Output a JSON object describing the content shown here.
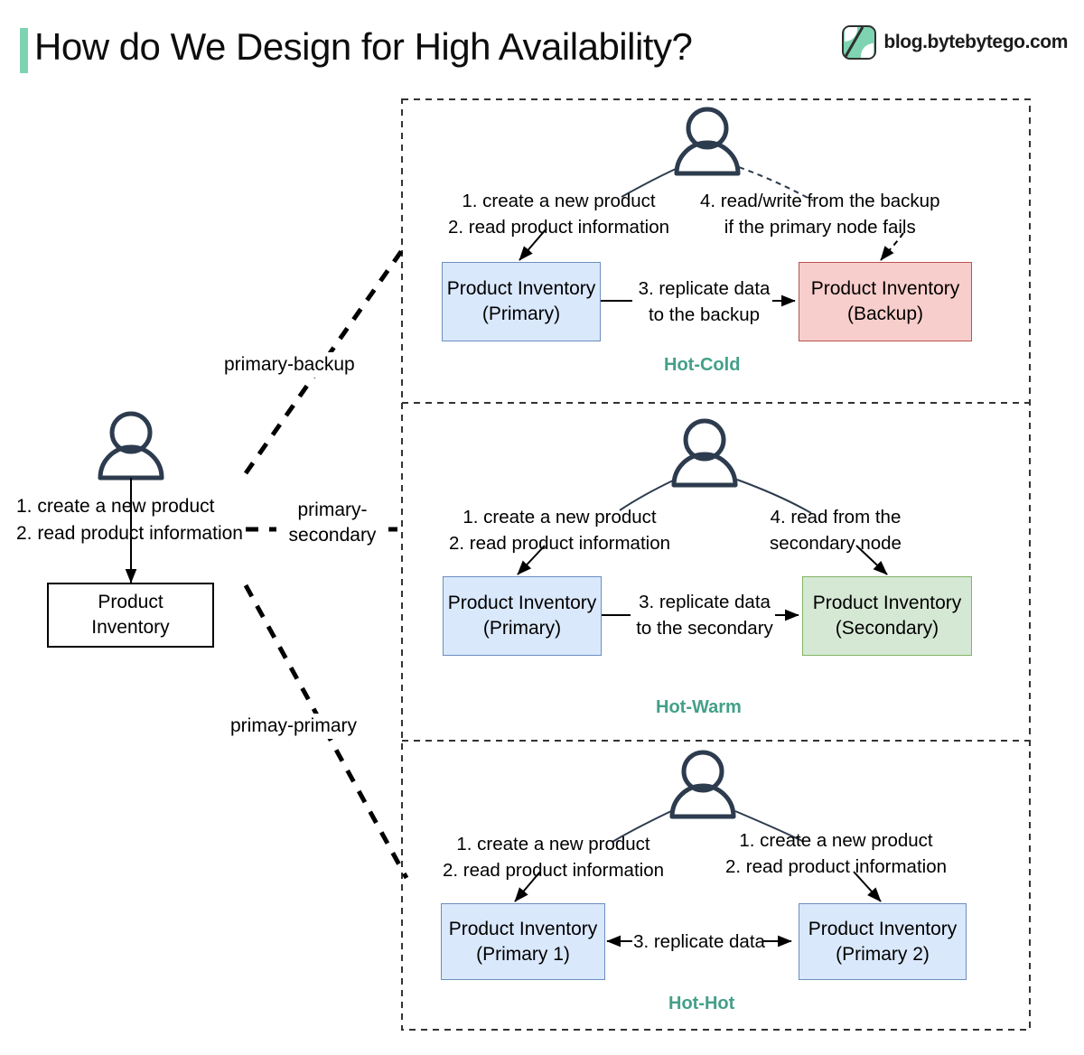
{
  "header": {
    "title": "How do We Design for High Availability?",
    "brand": "blog.bytebytego.com",
    "accent_color": "#7ed4b2"
  },
  "left": {
    "actor_icon": "user-icon",
    "caption_line1": "1. create a new product",
    "caption_line2": "2. read product information",
    "box_line1": "Product",
    "box_line2": "Inventory"
  },
  "branches": [
    {
      "label": "primary-backup"
    },
    {
      "label_line1": "primary-",
      "label_line2": "secondary"
    },
    {
      "label": "primay-primary"
    }
  ],
  "panels": [
    {
      "id": "hot-cold",
      "title": "Hot-Cold",
      "title_color": "#43a088",
      "actor_icon": "user-icon",
      "left_caption_line1": "1. create a new product",
      "left_caption_line2": "2. read product information",
      "right_caption_line1": "4. read/write from the backup",
      "right_caption_line2": "if the primary node fails",
      "middle_caption_line1": "3. replicate data",
      "middle_caption_line2": "to the backup",
      "left_box_line1": "Product Inventory",
      "left_box_line2": "(Primary)",
      "left_box_color": "#dae8fc",
      "right_box_line1": "Product Inventory",
      "right_box_line2": "(Backup)",
      "right_box_color": "#f8cecc"
    },
    {
      "id": "hot-warm",
      "title": "Hot-Warm",
      "title_color": "#43a088",
      "actor_icon": "user-icon",
      "left_caption_line1": "1. create a new product",
      "left_caption_line2": "2. read product information",
      "right_caption_line1": "4. read from the",
      "right_caption_line2": "secondary node",
      "middle_caption_line1": "3. replicate data",
      "middle_caption_line2": "to the secondary",
      "left_box_line1": "Product Inventory",
      "left_box_line2": "(Primary)",
      "left_box_color": "#dae8fc",
      "right_box_line1": "Product Inventory",
      "right_box_line2": "(Secondary)",
      "right_box_color": "#d5e8d4"
    },
    {
      "id": "hot-hot",
      "title": "Hot-Hot",
      "title_color": "#43a088",
      "actor_icon": "user-icon",
      "left_caption_line1": "1. create a new product",
      "left_caption_line2": "2. read product information",
      "right_caption_line1": "1. create a new product",
      "right_caption_line2": "2. read product information",
      "middle_caption_line1": "3. replicate data",
      "middle_caption_line2": "",
      "left_box_line1": "Product Inventory",
      "left_box_line2": "(Primary 1)",
      "left_box_color": "#dae8fc",
      "right_box_line1": "Product Inventory",
      "right_box_line2": "(Primary 2)",
      "right_box_color": "#dae8fc"
    }
  ]
}
